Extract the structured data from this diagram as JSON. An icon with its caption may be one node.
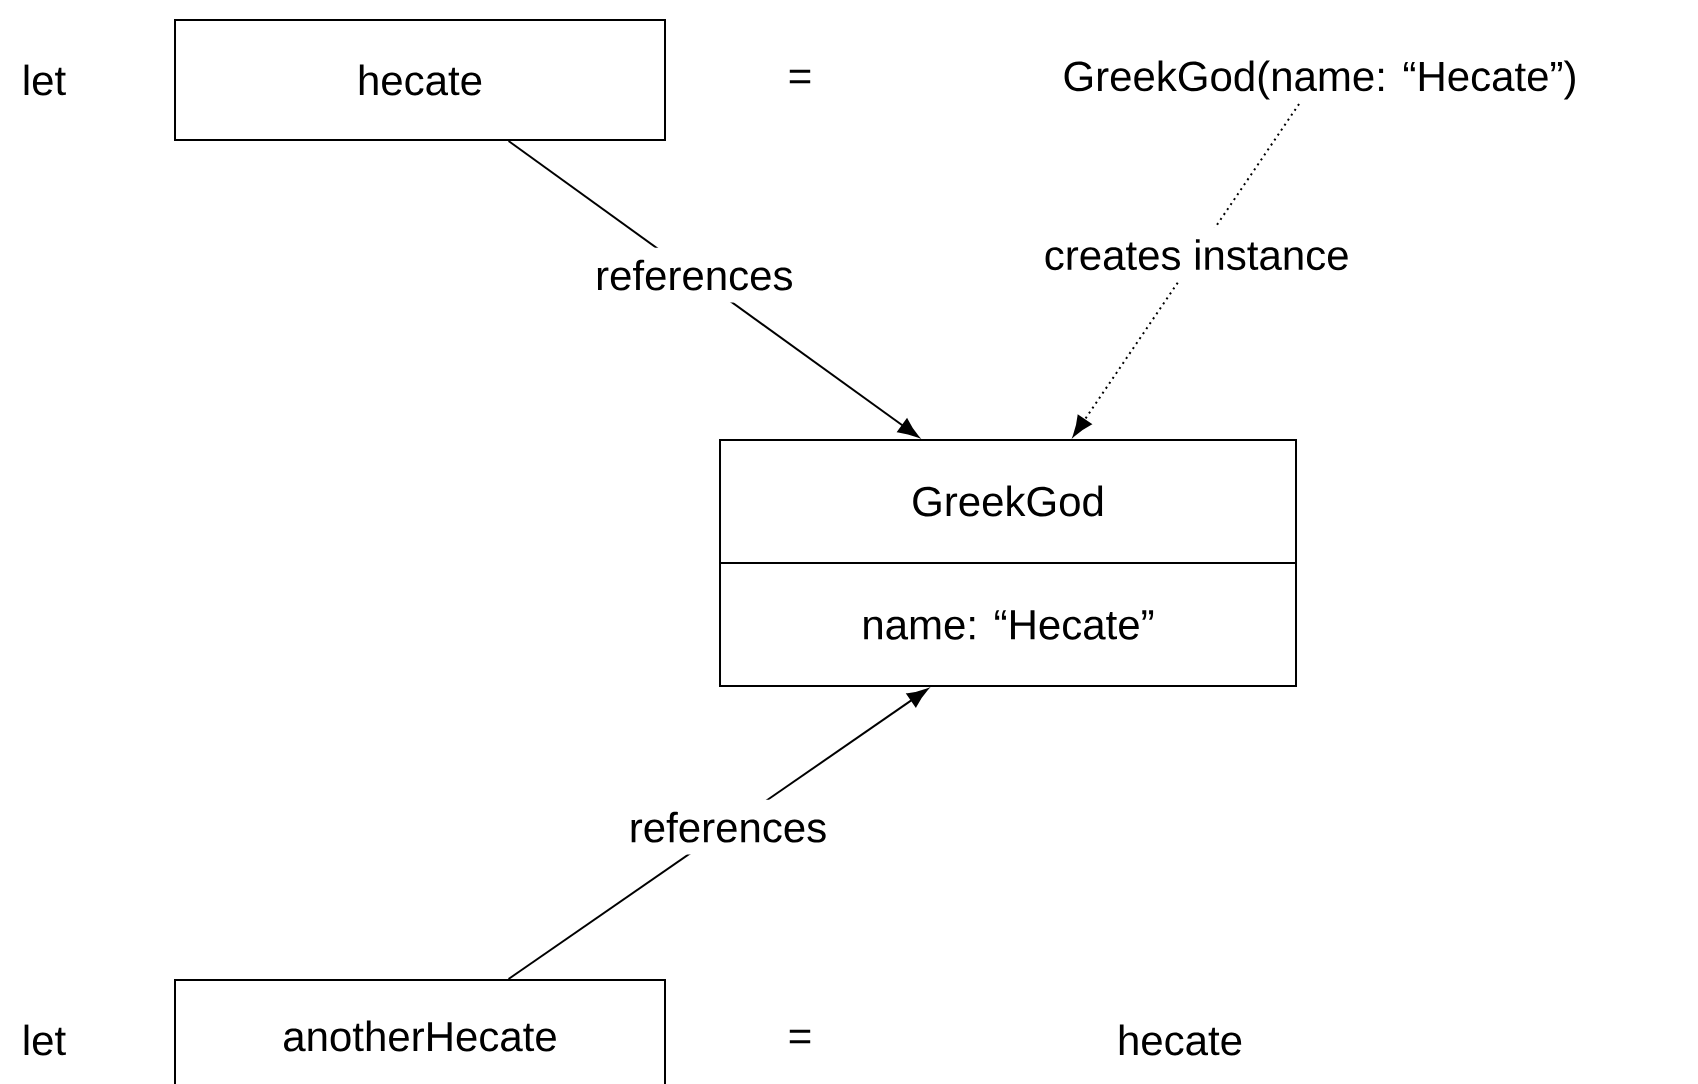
{
  "diagram": {
    "nodes": [
      {
        "text": [
          "hecate"
        ]
      },
      {
        "text": [
          "GreekGod(name: “Hecate”)"
        ]
      },
      {
        "text": [
          "GreekGod",
          "name: “Hecate”"
        ]
      },
      {
        "text": [
          "anotherHecate"
        ]
      }
    ],
    "edges": [
      {
        "from": 0,
        "to": 2,
        "arrow": "to",
        "label": "references"
      },
      {
        "from": 1,
        "to": 2,
        "arrow": "to",
        "label": "creates instance",
        "style": "dashed"
      },
      {
        "from": 3,
        "to": 2,
        "arrow": "to",
        "label": "references"
      }
    ],
    "labels": [
      "let",
      "=",
      "let",
      "=",
      "hecate"
    ]
  }
}
